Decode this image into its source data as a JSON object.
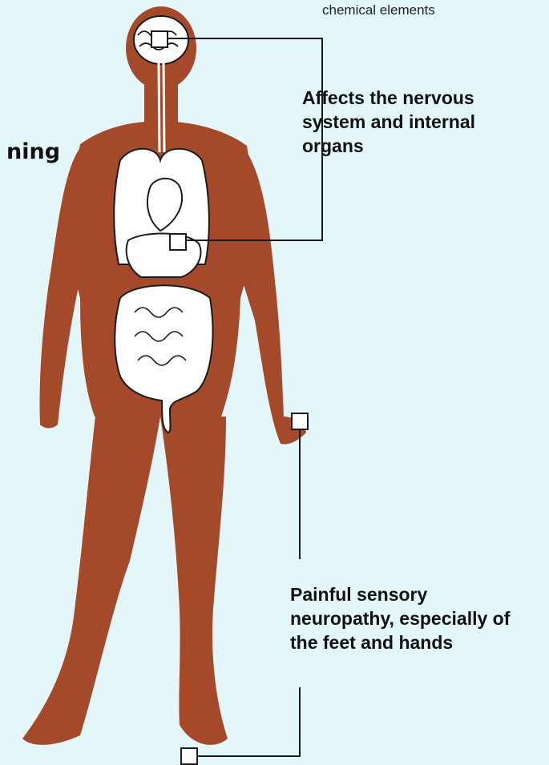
{
  "top_caption": "chemical elements",
  "side_fragment": "ning",
  "labels": {
    "nervous_system": "Affects the nervous\nsystem and internal\norgans",
    "neuropathy": "Painful sensory\nneuropathy, especially of\nthe feet and hands"
  },
  "colors": {
    "background": "#e3f6f9",
    "body": "#a44a2a",
    "organs": "#ffffff",
    "outline": "#1a1a1a"
  }
}
